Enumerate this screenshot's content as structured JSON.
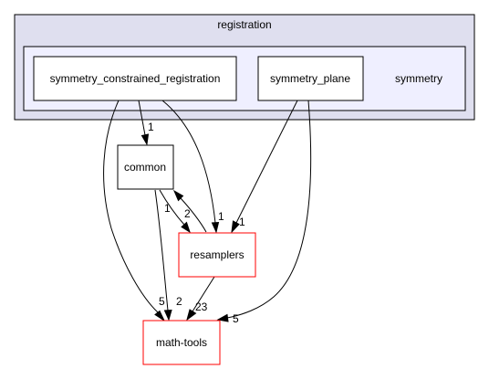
{
  "colors": {
    "outer_cluster_fill": "#dfdfef",
    "inner_cluster_fill": "#efefff",
    "node_fill": "#ffffff",
    "edge": "#000000",
    "external_node_border": "#ff0000"
  },
  "clusters": {
    "outer": {
      "label": "registration"
    },
    "inner": {
      "label": "symmetry"
    }
  },
  "nodes": {
    "scr": {
      "label": "symmetry_constrained_registration"
    },
    "sp": {
      "label": "symmetry_plane"
    },
    "common": {
      "label": "common"
    },
    "resamplers": {
      "label": "resamplers"
    },
    "math_tools": {
      "label": "math-tools"
    }
  },
  "edges": {
    "scr_common": {
      "from": "symmetry_constrained_registration",
      "to": "common",
      "label": "1"
    },
    "scr_resamplers": {
      "from": "symmetry_constrained_registration",
      "to": "resamplers",
      "label": "1"
    },
    "scr_math": {
      "from": "symmetry_constrained_registration",
      "to": "math-tools",
      "label": "5"
    },
    "sp_resamplers": {
      "from": "symmetry_plane",
      "to": "resamplers",
      "label": "1"
    },
    "sp_math": {
      "from": "symmetry_plane",
      "to": "math-tools",
      "label": "5"
    },
    "common_resamplers": {
      "from": "common",
      "to": "resamplers",
      "label": "1"
    },
    "common_math": {
      "from": "common",
      "to": "math-tools",
      "label": "2"
    },
    "resamplers_common": {
      "from": "resamplers",
      "to": "common",
      "label": "2"
    },
    "resamplers_math": {
      "from": "resamplers",
      "to": "math-tools",
      "label": "23"
    }
  }
}
